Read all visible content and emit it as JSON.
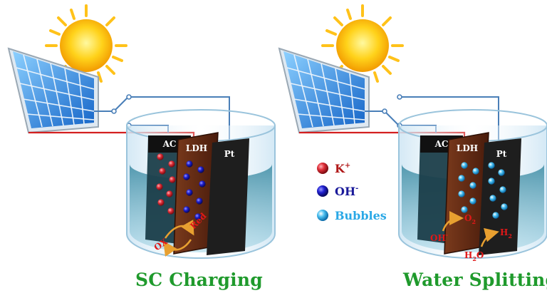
{
  "panels": {
    "left": {
      "caption": "SC Charging",
      "electrodes": {
        "ac": "AC",
        "ldh": "LDH",
        "pt": "Pt"
      },
      "redox": {
        "red": "Red",
        "ox": "OX"
      }
    },
    "right": {
      "caption": "Water Splitting",
      "electrodes": {
        "ac": "AC",
        "ldh": "LDH",
        "pt": "Pt"
      },
      "reactions": {
        "hydroxide": "OH",
        "hydroxide_sup": "-",
        "oxygen": "O",
        "oxygen_sub": "2",
        "hydrogen": "H",
        "hydrogen_sub": "2",
        "water_h": "H",
        "water_sub": "2",
        "water_o": "O"
      }
    }
  },
  "legend": {
    "potassium": {
      "label": "K",
      "sup": "+",
      "color": "#d8242e"
    },
    "hydroxide": {
      "label": "OH",
      "sup": "-",
      "color": "#1c1cc0"
    },
    "bubbles": {
      "label": "Bubbles",
      "color": "#2aa8e6"
    }
  },
  "colors": {
    "caption": "#1f9a2c",
    "wire": "#d32020",
    "wire_blue": "#4a7fb8",
    "ldh": "#6a2e18",
    "electrolyte": "#2a7f96"
  },
  "icons": [
    "sun-icon",
    "solar-panel-icon",
    "switch-icon"
  ]
}
